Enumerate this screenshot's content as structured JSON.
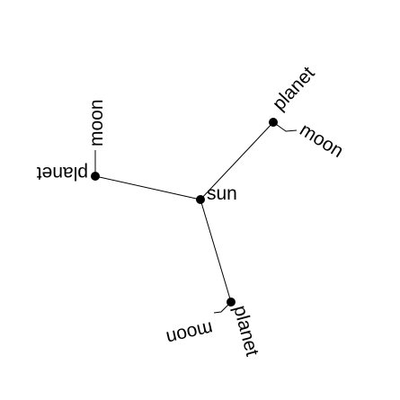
{
  "colors": {
    "background": "#ffffff",
    "line": "#000000",
    "node": "#000000",
    "text": "#000000"
  },
  "nodes": {
    "sun": {
      "label": "sun"
    },
    "planet_upper_right": {
      "label": "planet"
    },
    "moon_upper_right": {
      "label": "moon"
    },
    "planet_left": {
      "label": "planet"
    },
    "moon_left": {
      "label": "moon"
    },
    "planet_bottom": {
      "label": "planet"
    },
    "moon_bottom": {
      "label": "moon"
    }
  }
}
